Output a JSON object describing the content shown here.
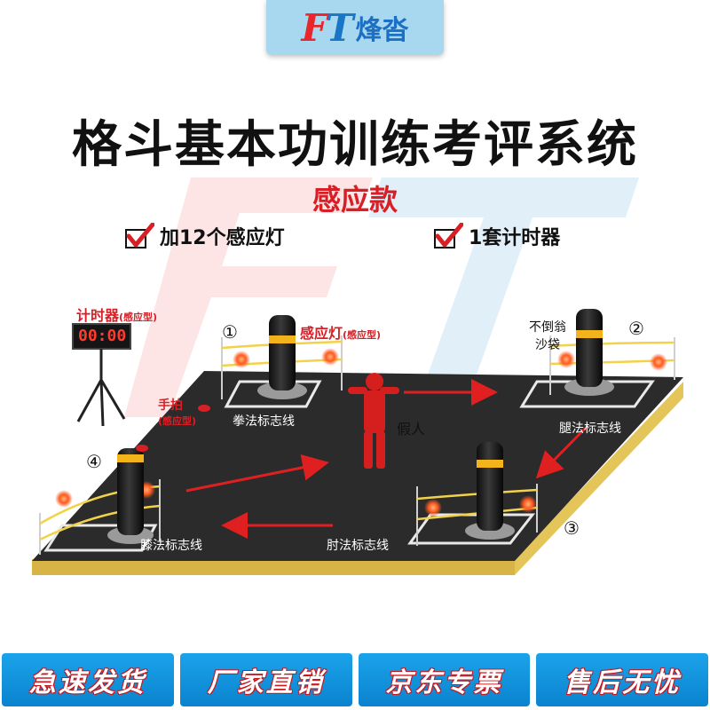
{
  "logo": {
    "mark_f": "F",
    "mark_t": "T",
    "name": "烽沓"
  },
  "title": "格斗基本功训练考评系统",
  "subtitle": "感应款",
  "features": [
    {
      "text": "加12个感应灯"
    },
    {
      "text": "1套计时器"
    }
  ],
  "scene": {
    "timer_label": "计时器",
    "timer_sub": "(感应型)",
    "timer_display": "00:00",
    "sensor_light_label": "感应灯",
    "sensor_light_sub": "(感应型)",
    "hand_pad_label": "手拍",
    "hand_pad_sub": "(感应型)",
    "tumbler_bag_label_line1": "不倒翁",
    "tumbler_bag_label_line2": "沙袋",
    "dummy_label": "假人",
    "station_numbers": [
      "①",
      "②",
      "③",
      "④"
    ],
    "zones": {
      "punch": "拳法标志线",
      "kick": "腿法标志线",
      "elbow": "肘法标志线",
      "knee": "膝法标志线"
    }
  },
  "promo_buttons": [
    "急速发货",
    "厂家直销",
    "京东专票",
    "售后无忧"
  ],
  "colors": {
    "accent_red": "#d81f26",
    "brand_blue": "#1b6fc4",
    "mat": "#2b2b2b",
    "mat_edge": "#e4c55a",
    "promo_blue": "#0b83cf",
    "sensor_orange": "#ff5a1f"
  }
}
